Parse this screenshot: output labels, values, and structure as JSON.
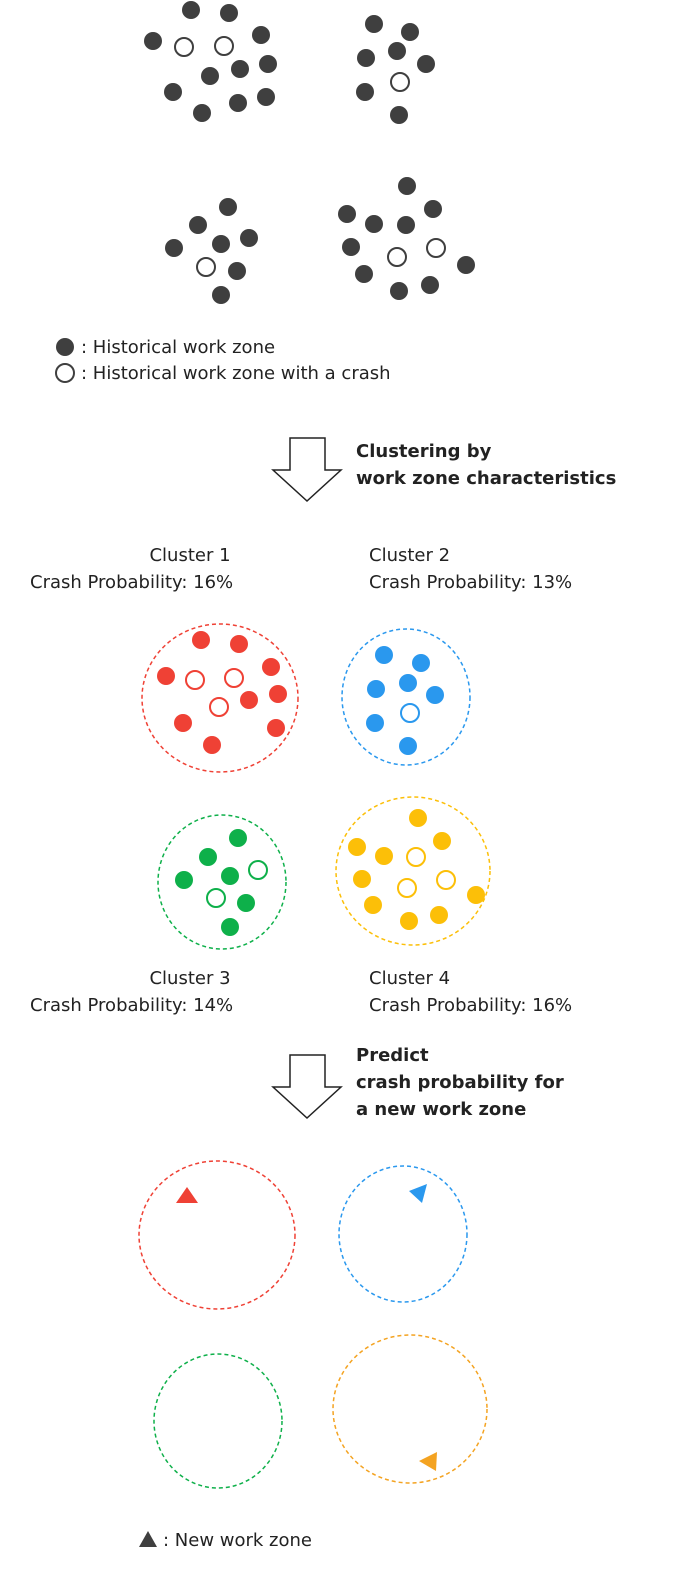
{
  "legend_historical": {
    "filled_label": ": Historical work zone",
    "hollow_label": ": Historical work zone with a crash"
  },
  "step1": {
    "line1": "Clustering by",
    "line2": "work zone characteristics"
  },
  "clusters": [
    {
      "name": "Cluster 1",
      "probability": "Crash Probability: 16%",
      "color": "#ef4135"
    },
    {
      "name": "Cluster 2",
      "probability": "Crash Probability: 13%",
      "color": "#2a98ee"
    },
    {
      "name": "Cluster 3",
      "probability": "Crash Probability: 14%",
      "color": "#0eb04a"
    },
    {
      "name": "Cluster 4",
      "probability": "Crash Probability: 16%",
      "color": "#fcbf08"
    }
  ],
  "step2": {
    "line1": "Predict",
    "line2": "crash probability  for",
    "line3": "a new work zone"
  },
  "legend_new": {
    "label": ": New work zone"
  },
  "colors": {
    "historical": "#3f3f3f",
    "arrow_stroke": "#222222",
    "cluster4_triangle": "#f4a321"
  }
}
